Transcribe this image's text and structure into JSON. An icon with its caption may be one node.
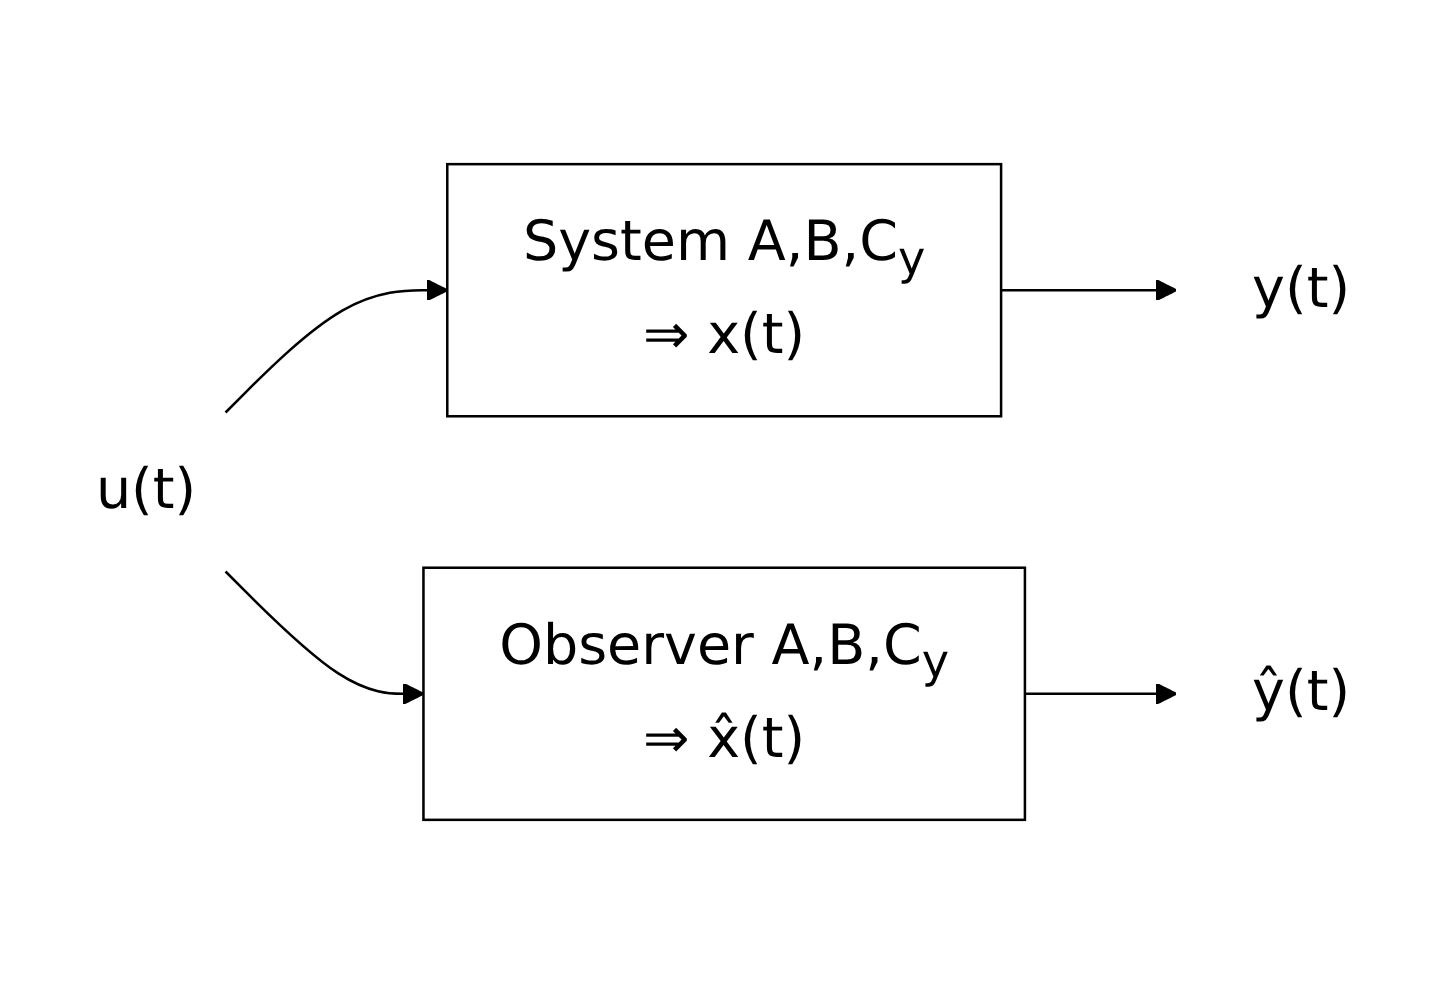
{
  "diagram": {
    "nodes": [
      {
        "text": [
          "u(t)"
        ]
      },
      {
        "text": [
          "System A,B,C$_{y}$",
          "⇒ x(t)"
        ]
      },
      {
        "text": [
          "Observer A,B,C$_{y}$",
          "⇒ x̂(t)"
        ]
      },
      {
        "text": [
          "y(t)"
        ]
      },
      {
        "text": [
          "ŷ(t)"
        ]
      }
    ],
    "edges": [
      {
        "from": 0,
        "to": 1,
        "arrow": "to"
      },
      {
        "from": 0,
        "to": 2,
        "arrow": "to"
      },
      {
        "from": 1,
        "to": 3,
        "arrow": "to"
      },
      {
        "from": 2,
        "to": 4,
        "arrow": "to"
      }
    ]
  }
}
